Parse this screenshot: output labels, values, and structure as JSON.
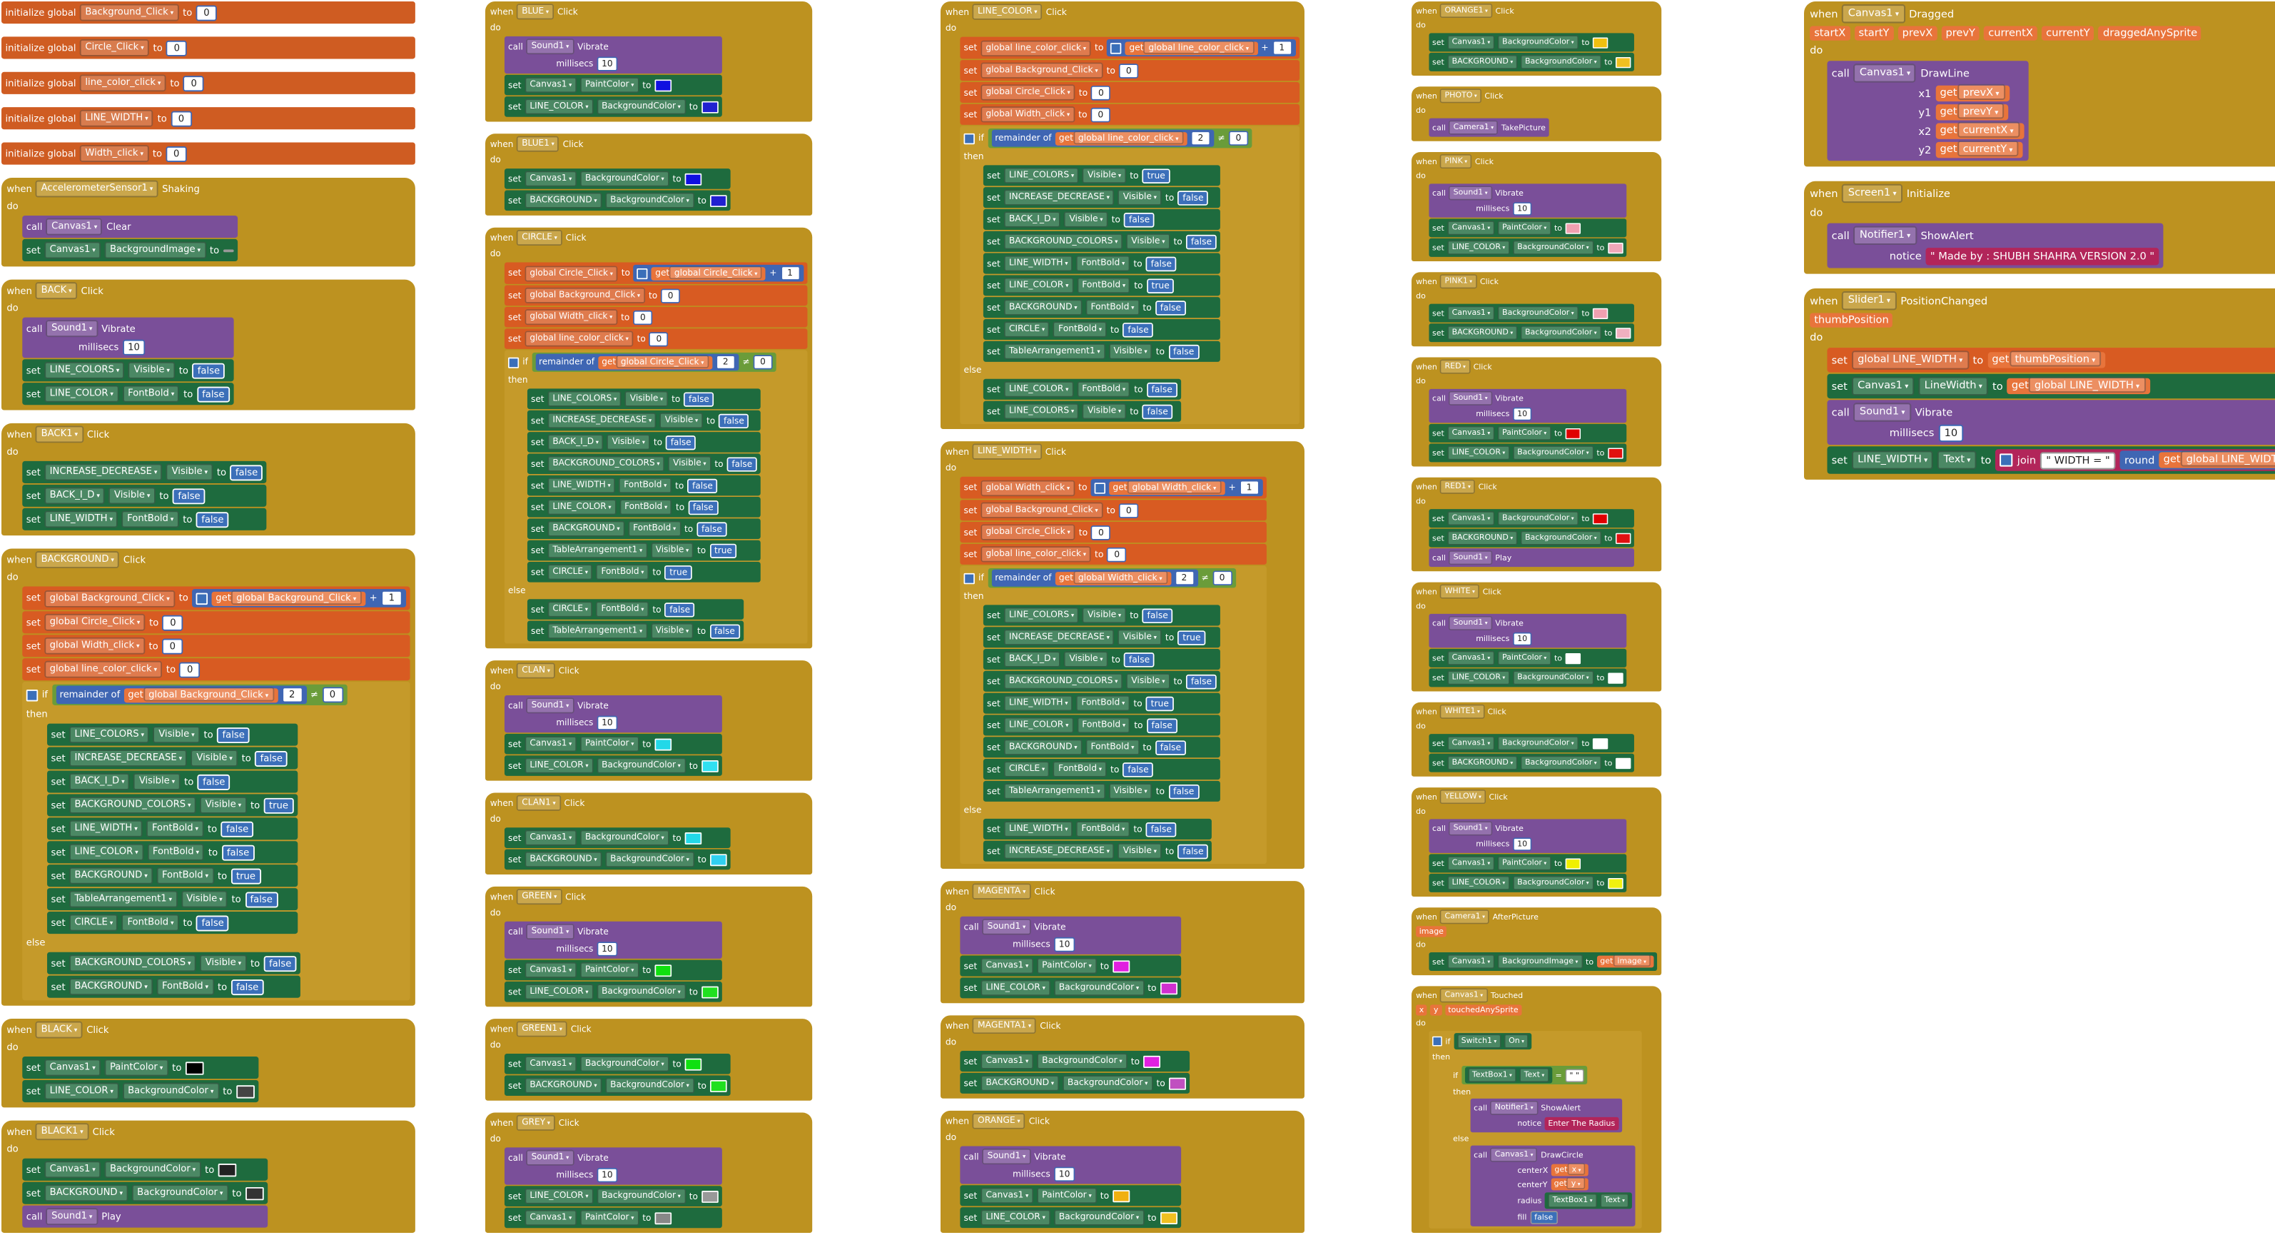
{
  "keywords": {
    "initialize_global": "initialize global",
    "to": "to",
    "when": "when",
    "do": "do",
    "call": "call",
    "set": "set",
    "get": "get",
    "if": "if",
    "then": "then",
    "else": "else",
    "millisecs": "millisecs",
    "remainder_of": "remainder of",
    "notice": "notice",
    "join": "join",
    "round": "round",
    "plus": "+",
    "neq": "≠",
    "eq": "="
  },
  "col1": {
    "inits": [
      {
        "name": "Background_Click",
        "value": "0"
      },
      {
        "name": "Circle_Click",
        "value": "0"
      },
      {
        "name": "line_color_click",
        "value": "0"
      },
      {
        "name": "LINE_WIDTH",
        "value": "0"
      },
      {
        "name": "Width_click",
        "value": "0"
      }
    ],
    "accel": {
      "component": "AccelerometerSensor1",
      "event": "Shaking",
      "clear_comp": "Canvas1",
      "clear_method": "Clear",
      "set_comp": "Canvas1",
      "set_prop": "BackgroundImage"
    },
    "back": {
      "component": "BACK",
      "event": "Click",
      "vib_comp": "Sound1",
      "vib_method": "Vibrate",
      "ms": "10",
      "sets": [
        {
          "c": "LINE_COLORS",
          "p": "Visible",
          "v": "false"
        },
        {
          "c": "LINE_COLOR",
          "p": "FontBold",
          "v": "false"
        }
      ]
    },
    "back1": {
      "component": "BACK1",
      "event": "Click",
      "sets": [
        {
          "c": "INCREASE_DECREASE",
          "p": "Visible",
          "v": "false"
        },
        {
          "c": "BACK_I_D",
          "p": "Visible",
          "v": "false"
        },
        {
          "c": "LINE_WIDTH",
          "p": "FontBold",
          "v": "false"
        }
      ]
    },
    "background": {
      "component": "BACKGROUND",
      "event": "Click",
      "g1": "global Background_Click",
      "g2": "global Circle_Click",
      "g3": "global Width_click",
      "g4": "global line_color_click",
      "inc": "1",
      "z": "0",
      "mod": "2",
      "then": [
        {
          "c": "LINE_COLORS",
          "p": "Visible",
          "v": "false"
        },
        {
          "c": "INCREASE_DECREASE",
          "p": "Visible",
          "v": "false"
        },
        {
          "c": "BACK_I_D",
          "p": "Visible",
          "v": "false"
        },
        {
          "c": "BACKGROUND_COLORS",
          "p": "Visible",
          "v": "true"
        },
        {
          "c": "LINE_WIDTH",
          "p": "FontBold",
          "v": "false"
        },
        {
          "c": "LINE_COLOR",
          "p": "FontBold",
          "v": "false"
        },
        {
          "c": "BACKGROUND",
          "p": "FontBold",
          "v": "true"
        },
        {
          "c": "TableArrangement1",
          "p": "Visible",
          "v": "false"
        },
        {
          "c": "CIRCLE",
          "p": "FontBold",
          "v": "false"
        }
      ],
      "else": [
        {
          "c": "BACKGROUND_COLORS",
          "p": "Visible",
          "v": "false"
        },
        {
          "c": "BACKGROUND",
          "p": "FontBold",
          "v": "false"
        }
      ]
    },
    "black": {
      "component": "BLACK",
      "event": "Click",
      "sets": [
        {
          "c": "Canvas1",
          "p": "PaintColor",
          "color": "#000000"
        },
        {
          "c": "LINE_COLOR",
          "p": "BackgroundColor",
          "color": "#444444"
        }
      ]
    },
    "black1": {
      "component": "BLACK1",
      "event": "Click",
      "sets": [
        {
          "c": "Canvas1",
          "p": "BackgroundColor",
          "color": "#222222"
        },
        {
          "c": "BACKGROUND",
          "p": "BackgroundColor",
          "color": "#333333"
        }
      ],
      "play_comp": "Sound1",
      "play_method": "Play"
    }
  },
  "col2": {
    "blue": {
      "component": "BLUE",
      "event": "Click",
      "vib": true,
      "sets": [
        {
          "c": "Canvas1",
          "p": "PaintColor",
          "color": "#1010e0"
        },
        {
          "c": "LINE_COLOR",
          "p": "BackgroundColor",
          "color": "#2020d0"
        }
      ]
    },
    "blue1": {
      "component": "BLUE1",
      "event": "Click",
      "sets": [
        {
          "c": "Canvas1",
          "p": "BackgroundColor",
          "color": "#1010e0"
        },
        {
          "c": "BACKGROUND",
          "p": "BackgroundColor",
          "color": "#2020d0"
        }
      ]
    },
    "circle": {
      "component": "CIRCLE",
      "event": "Click",
      "g1": "global Circle_Click",
      "g2": "global Background_Click",
      "g3": "global Width_click",
      "g4": "global line_color_click",
      "then": [
        {
          "c": "LINE_COLORS",
          "p": "Visible",
          "v": "false"
        },
        {
          "c": "INCREASE_DECREASE",
          "p": "Visible",
          "v": "false"
        },
        {
          "c": "BACK_I_D",
          "p": "Visible",
          "v": "false"
        },
        {
          "c": "BACKGROUND_COLORS",
          "p": "Visible",
          "v": "false"
        },
        {
          "c": "LINE_WIDTH",
          "p": "FontBold",
          "v": "false"
        },
        {
          "c": "LINE_COLOR",
          "p": "FontBold",
          "v": "false"
        },
        {
          "c": "BACKGROUND",
          "p": "FontBold",
          "v": "false"
        },
        {
          "c": "TableArrangement1",
          "p": "Visible",
          "v": "true"
        },
        {
          "c": "CIRCLE",
          "p": "FontBold",
          "v": "true"
        }
      ],
      "else": [
        {
          "c": "CIRCLE",
          "p": "FontBold",
          "v": "false"
        },
        {
          "c": "TableArrangement1",
          "p": "Visible",
          "v": "false"
        }
      ]
    },
    "clan": {
      "component": "CLAN",
      "event": "Click",
      "vib": true,
      "sets": [
        {
          "c": "Canvas1",
          "p": "PaintColor",
          "color": "#22d8e8"
        },
        {
          "c": "LINE_COLOR",
          "p": "BackgroundColor",
          "color": "#30e0f0"
        }
      ]
    },
    "clan1": {
      "component": "CLAN1",
      "event": "Click",
      "sets": [
        {
          "c": "Canvas1",
          "p": "BackgroundColor",
          "color": "#22d8e8"
        },
        {
          "c": "BACKGROUND",
          "p": "BackgroundColor",
          "color": "#30d0f0"
        }
      ]
    },
    "green": {
      "component": "GREEN",
      "event": "Click",
      "vib": true,
      "sets": [
        {
          "c": "Canvas1",
          "p": "PaintColor",
          "color": "#10e010"
        },
        {
          "c": "LINE_COLOR",
          "p": "BackgroundColor",
          "color": "#20e020"
        }
      ]
    },
    "green1": {
      "component": "GREEN1",
      "event": "Click",
      "sets": [
        {
          "c": "Canvas1",
          "p": "BackgroundColor",
          "color": "#10e010"
        },
        {
          "c": "BACKGROUND",
          "p": "BackgroundColor",
          "color": "#20e020"
        }
      ]
    },
    "grey": {
      "component": "GREY",
      "event": "Click",
      "vib": true,
      "sets": [
        {
          "c": "LINE_COLOR",
          "p": "BackgroundColor",
          "color": "#999999"
        },
        {
          "c": "Canvas1",
          "p": "PaintColor",
          "color": "#888888"
        }
      ]
    }
  },
  "col3": {
    "line_color": {
      "component": "LINE_COLOR",
      "event": "Click",
      "g1": "global line_color_click",
      "g2": "global Background_Click",
      "g3": "global Circle_Click",
      "g4": "global Width_click",
      "then": [
        {
          "c": "LINE_COLORS",
          "p": "Visible",
          "v": "true"
        },
        {
          "c": "INCREASE_DECREASE",
          "p": "Visible",
          "v": "false"
        },
        {
          "c": "BACK_I_D",
          "p": "Visible",
          "v": "false"
        },
        {
          "c": "BACKGROUND_COLORS",
          "p": "Visible",
          "v": "false"
        },
        {
          "c": "LINE_WIDTH",
          "p": "FontBold",
          "v": "false"
        },
        {
          "c": "LINE_COLOR",
          "p": "FontBold",
          "v": "true"
        },
        {
          "c": "BACKGROUND",
          "p": "FontBold",
          "v": "false"
        },
        {
          "c": "CIRCLE",
          "p": "FontBold",
          "v": "false"
        },
        {
          "c": "TableArrangement1",
          "p": "Visible",
          "v": "false"
        }
      ],
      "else": [
        {
          "c": "LINE_COLOR",
          "p": "FontBold",
          "v": "false"
        },
        {
          "c": "LINE_COLORS",
          "p": "Visible",
          "v": "false"
        }
      ]
    },
    "line_width": {
      "component": "LINE_WIDTH",
      "event": "Click",
      "g1": "global Width_click",
      "g2": "global Background_Click",
      "g3": "global Circle_Click",
      "g4": "global line_color_click",
      "then": [
        {
          "c": "LINE_COLORS",
          "p": "Visible",
          "v": "false"
        },
        {
          "c": "INCREASE_DECREASE",
          "p": "Visible",
          "v": "true"
        },
        {
          "c": "BACK_I_D",
          "p": "Visible",
          "v": "false"
        },
        {
          "c": "BACKGROUND_COLORS",
          "p": "Visible",
          "v": "false"
        },
        {
          "c": "LINE_WIDTH",
          "p": "FontBold",
          "v": "true"
        },
        {
          "c": "LINE_COLOR",
          "p": "FontBold",
          "v": "false"
        },
        {
          "c": "BACKGROUND",
          "p": "FontBold",
          "v": "false"
        },
        {
          "c": "CIRCLE",
          "p": "FontBold",
          "v": "false"
        },
        {
          "c": "TableArrangement1",
          "p": "Visible",
          "v": "false"
        }
      ],
      "else": [
        {
          "c": "LINE_WIDTH",
          "p": "FontBold",
          "v": "false"
        },
        {
          "c": "INCREASE_DECREASE",
          "p": "Visible",
          "v": "false"
        }
      ]
    },
    "magenta": {
      "component": "MAGENTA",
      "event": "Click",
      "vib": true,
      "sets": [
        {
          "c": "Canvas1",
          "p": "PaintColor",
          "color": "#e020e0"
        },
        {
          "c": "LINE_COLOR",
          "p": "BackgroundColor",
          "color": "#d030d0"
        }
      ]
    },
    "magenta1": {
      "component": "MAGENTA1",
      "event": "Click",
      "sets": [
        {
          "c": "Canvas1",
          "p": "BackgroundColor",
          "color": "#e020e0"
        },
        {
          "c": "BACKGROUND",
          "p": "BackgroundColor",
          "color": "#c050c0"
        }
      ]
    },
    "orange": {
      "component": "ORANGE",
      "event": "Click",
      "vib": true,
      "sets": [
        {
          "c": "Canvas1",
          "p": "PaintColor",
          "color": "#f0b010"
        },
        {
          "c": "LINE_COLOR",
          "p": "BackgroundColor",
          "color": "#f0c020"
        }
      ]
    }
  },
  "col4": {
    "orange1": {
      "component": "ORANGE1",
      "event": "Click",
      "sets": [
        {
          "c": "Canvas1",
          "p": "BackgroundColor",
          "color": "#f0c010"
        },
        {
          "c": "BACKGROUND",
          "p": "BackgroundColor",
          "color": "#f0c020"
        }
      ]
    },
    "photo": {
      "component": "PHOTO",
      "event": "Click",
      "call_comp": "Camera1",
      "call_method": "TakePicture"
    },
    "pink": {
      "component": "PINK",
      "event": "Click",
      "vib": true,
      "sets": [
        {
          "c": "Canvas1",
          "p": "PaintColor",
          "color": "#f0a0b0"
        },
        {
          "c": "LINE_COLOR",
          "p": "BackgroundColor",
          "color": "#f0a8b8"
        }
      ]
    },
    "pink1": {
      "component": "PINK1",
      "event": "Click",
      "sets": [
        {
          "c": "Canvas1",
          "p": "BackgroundColor",
          "color": "#f0a0b0"
        },
        {
          "c": "BACKGROUND",
          "p": "BackgroundColor",
          "color": "#f0b0c0"
        }
      ]
    },
    "red": {
      "component": "RED",
      "event": "Click",
      "vib": true,
      "sets": [
        {
          "c": "Canvas1",
          "p": "PaintColor",
          "color": "#e00000"
        },
        {
          "c": "LINE_COLOR",
          "p": "BackgroundColor",
          "color": "#e01010"
        }
      ]
    },
    "red1": {
      "component": "RED1",
      "event": "Click",
      "sets": [
        {
          "c": "Canvas1",
          "p": "BackgroundColor",
          "color": "#e00000"
        },
        {
          "c": "BACKGROUND",
          "p": "BackgroundColor",
          "color": "#e01010"
        }
      ],
      "play_comp": "Sound1",
      "play_method": "Play"
    },
    "white": {
      "component": "WHITE",
      "event": "Click",
      "vib": true,
      "sets": [
        {
          "c": "Canvas1",
          "p": "PaintColor",
          "color": "#ffffff"
        },
        {
          "c": "LINE_COLOR",
          "p": "BackgroundColor",
          "color": "#ffffff"
        }
      ]
    },
    "white1": {
      "component": "WHITE1",
      "event": "Click",
      "sets": [
        {
          "c": "Canvas1",
          "p": "BackgroundColor",
          "color": "#ffffff"
        },
        {
          "c": "BACKGROUND",
          "p": "BackgroundColor",
          "color": "#ffffff"
        }
      ]
    },
    "yellow": {
      "component": "YELLOW",
      "event": "Click",
      "vib": true,
      "sets": [
        {
          "c": "Canvas1",
          "p": "PaintColor",
          "color": "#f0f000"
        },
        {
          "c": "LINE_COLOR",
          "p": "BackgroundColor",
          "color": "#f0f010"
        }
      ]
    },
    "camera": {
      "component": "Camera1",
      "event": "AfterPicture",
      "param": "image",
      "set_comp": "Canvas1",
      "set_prop": "BackgroundImage",
      "get": "image"
    },
    "touched": {
      "component": "Canvas1",
      "event": "Touched",
      "params": [
        "x",
        "y",
        "touchedAnySprite"
      ],
      "switch_comp": "Switch1",
      "switch_prop": "On",
      "tb_comp": "TextBox1",
      "tb_prop": "Text",
      "empty": "\" \"",
      "notifier": "Notifier1",
      "alert": "ShowAlert",
      "alert_text": "Enter The Radius",
      "draw_comp": "Canvas1",
      "draw_method": "DrawCircle",
      "cx": "centerX",
      "cy": "centerY",
      "radius": "radius",
      "fill": "fill",
      "fill_value": "false",
      "get_x": "x",
      "get_y": "y"
    }
  },
  "col5": {
    "dragged": {
      "component": "Canvas1",
      "event": "Dragged",
      "params": [
        "startX",
        "startY",
        "prevX",
        "prevY",
        "currentX",
        "currentY",
        "draggedAnySprite"
      ],
      "call_comp": "Canvas1",
      "call_method": "DrawLine",
      "args": [
        {
          "k": "x1",
          "v": "prevX"
        },
        {
          "k": "y1",
          "v": "prevY"
        },
        {
          "k": "x2",
          "v": "currentX"
        },
        {
          "k": "y2",
          "v": "currentY"
        }
      ]
    },
    "screen": {
      "component": "Screen1",
      "event": "Initialize",
      "call_comp": "Notifier1",
      "call_method": "ShowAlert",
      "notice": "\" Made by : SHUBH SHAHRA    VERSION 2.0 \""
    },
    "slider": {
      "component": "Slider1",
      "event": "PositionChanged",
      "param": "thumbPosition",
      "g": "global LINE_WIDTH",
      "get_thumb": "thumbPosition",
      "lw_comp": "Canvas1",
      "lw_prop": "LineWidth",
      "vib_comp": "Sound1",
      "vib_method": "Vibrate",
      "ms": "10",
      "txt_comp": "LINE_WIDTH",
      "txt_prop": "Text",
      "width_label": "\" WIDTH = \"",
      "quote": "\" \""
    }
  }
}
